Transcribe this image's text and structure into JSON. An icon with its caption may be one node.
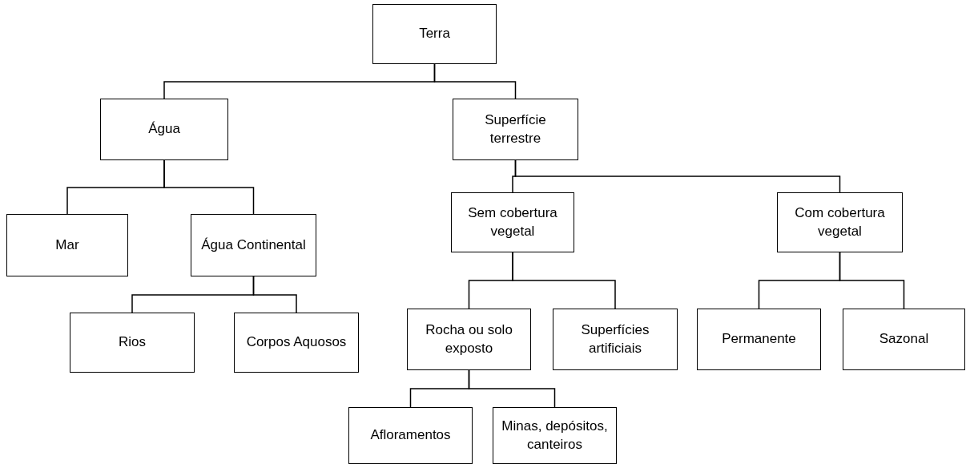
{
  "diagram": {
    "nodes": [
      {
        "text": [
          "Terra"
        ]
      },
      {
        "text": [
          "Água"
        ]
      },
      {
        "text": [
          "Superfície terrestre"
        ]
      },
      {
        "text": [
          "Mar"
        ]
      },
      {
        "text": [
          "Água Continental"
        ]
      },
      {
        "text": [
          "Sem cobertura vegetal"
        ]
      },
      {
        "text": [
          "Com cobertura vegetal"
        ]
      },
      {
        "text": [
          "Rios"
        ]
      },
      {
        "text": [
          "Corpos Aquosos"
        ]
      },
      {
        "text": [
          "Rocha ou solo exposto"
        ]
      },
      {
        "text": [
          "Superfícies artificiais"
        ]
      },
      {
        "text": [
          "Permanente"
        ]
      },
      {
        "text": [
          "Sazonal"
        ]
      },
      {
        "text": [
          "Afloramentos"
        ]
      },
      {
        "text": [
          "Minas, depósitos, canteiros"
        ]
      }
    ],
    "edges": [
      {
        "from": 0,
        "to": 1,
        "arrow": "none"
      },
      {
        "from": 0,
        "to": 2,
        "arrow": "none"
      },
      {
        "from": 1,
        "to": 3,
        "arrow": "none"
      },
      {
        "from": 1,
        "to": 4,
        "arrow": "none"
      },
      {
        "from": 2,
        "to": 5,
        "arrow": "none"
      },
      {
        "from": 2,
        "to": 6,
        "arrow": "none"
      },
      {
        "from": 4,
        "to": 7,
        "arrow": "none"
      },
      {
        "from": 4,
        "to": 8,
        "arrow": "none"
      },
      {
        "from": 5,
        "to": 9,
        "arrow": "none"
      },
      {
        "from": 5,
        "to": 10,
        "arrow": "none"
      },
      {
        "from": 6,
        "to": 11,
        "arrow": "none"
      },
      {
        "from": 6,
        "to": 12,
        "arrow": "none"
      },
      {
        "from": 9,
        "to": 13,
        "arrow": "none"
      },
      {
        "from": 9,
        "to": 14,
        "arrow": "none"
      }
    ]
  }
}
